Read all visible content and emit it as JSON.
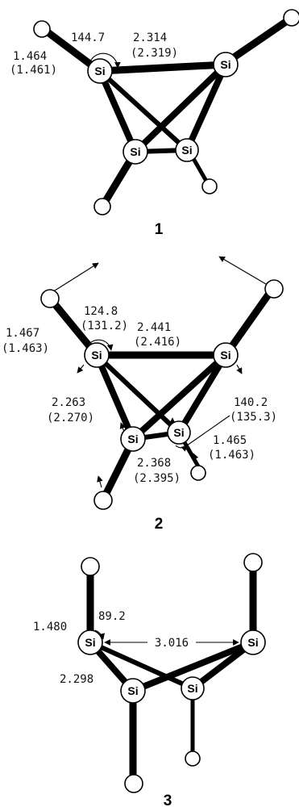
{
  "atom_symbol": "Si",
  "structures": [
    {
      "label": "1",
      "values": {
        "bond_h": "1.464",
        "bond_h_alt": "(1.461)",
        "angle": "144.7",
        "bond_sisi": "2.314",
        "bond_sisi_alt": "(2.319)"
      }
    },
    {
      "label": "2",
      "values": {
        "bond_h": "1.467",
        "bond_h_alt": "(1.463)",
        "angle": "124.8",
        "angle_alt": "(131.2)",
        "bond_sisi_top": "2.441",
        "bond_sisi_top_alt": "(2.416)",
        "bond_sisi_left": "2.263",
        "bond_sisi_left_alt": "(2.270)",
        "angle_right": "140.2",
        "angle_right_alt": "(135.3)",
        "bond_h_right": "1.465",
        "bond_h_right_alt": "(1.463)",
        "bond_sisi_bottom": "2.368",
        "bond_sisi_bottom_alt": "(2.395)"
      }
    },
    {
      "label": "3",
      "values": {
        "bond_h": "1.480",
        "angle": "89.2",
        "distance": "3.016",
        "bond_sisi": "2.298"
      }
    }
  ]
}
